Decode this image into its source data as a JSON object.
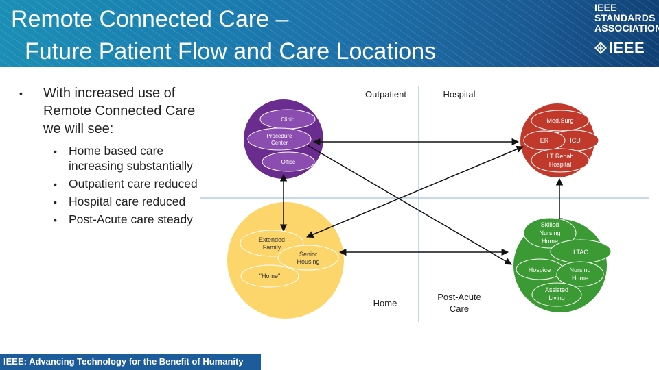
{
  "header": {
    "title_line1": "Remote Connected Care –",
    "title_line2": "Future Patient Flow and Care Locations",
    "logo_line1": "IEEE",
    "logo_line2": "STANDARDS",
    "logo_line3": "ASSOCIATION",
    "logo_mark": "IEEE"
  },
  "bullets": {
    "main": "With increased use of Remote Connected Care we will see:",
    "items": [
      "Home based care increasing substantially",
      "Outpatient care reduced",
      "Hospital care reduced",
      "Post-Acute care steady"
    ]
  },
  "diagram": {
    "quadrants": {
      "outpatient": "Outpatient",
      "hospital": "Hospital",
      "home": "Home",
      "post_acute_line1": "Post-Acute",
      "post_acute_line2": "Care"
    },
    "outpatient_nodes": {
      "clinic": "Clinic",
      "procedure_line1": "Procedure",
      "procedure_line2": "Center",
      "office": "Office"
    },
    "hospital_nodes": {
      "medsurg": "Med.Surg",
      "er": "ER",
      "icu": "ICU",
      "ltrehab_line1": "LT Rehab",
      "ltrehab_line2": "Hospital"
    },
    "home_nodes": {
      "extended_line1": "Extended",
      "extended_line2": "Family",
      "senior_line1": "Senior",
      "senior_line2": "Housing",
      "home": "\"Home\""
    },
    "postacute_nodes": {
      "snf_line1": "Skilled",
      "snf_line2": "Nursing",
      "snf_line3": "Home",
      "ltac": "LTAC",
      "hospice": "Hospice",
      "nursing_line1": "Nursing",
      "nursing_line2": "Home",
      "assisted_line1": "Assisted",
      "assisted_line2": "Living"
    },
    "colors": {
      "purple": "#6a2c8e",
      "outpatient_node": "#8c4db0",
      "red": "#c0392b",
      "green": "#3c9a35",
      "yellow": "#fcd66b",
      "gray_axis": "#8fb4d8"
    }
  },
  "footer": {
    "text": "IEEE: Advancing Technology for the Benefit of Humanity"
  }
}
